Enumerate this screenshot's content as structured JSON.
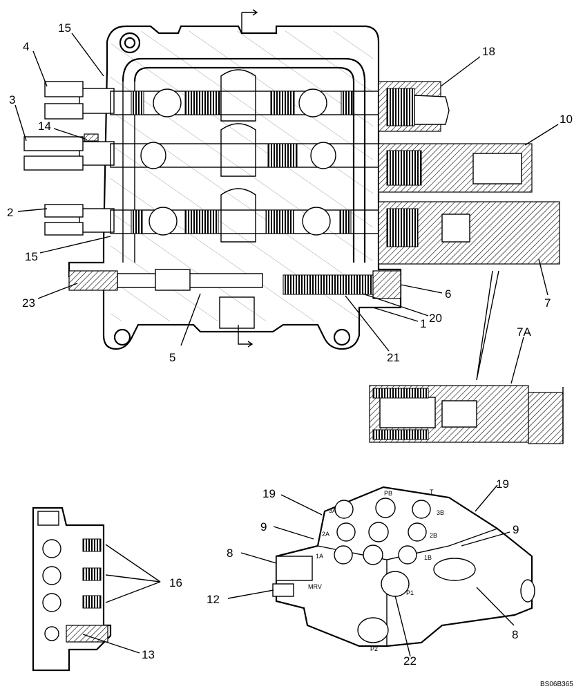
{
  "callouts": {
    "c15a": "15",
    "c4": "4",
    "c3": "3",
    "c14": "14",
    "c2": "2",
    "c15b": "15",
    "c23": "23",
    "c5": "5",
    "c21": "21",
    "c1": "1",
    "c20": "20",
    "c6": "6",
    "c7": "7",
    "c18": "18",
    "c10": "10",
    "c7a": "7A",
    "c19a": "19",
    "c9a": "9",
    "c8a": "8",
    "c12": "12",
    "c22": "22",
    "c8b": "8",
    "c9b": "9",
    "c19b": "19",
    "c16": "16",
    "c13": "13"
  },
  "port_markings": {
    "pb": "PB",
    "t": "T",
    "p3a": "3A",
    "p2a": "2A",
    "p1a": "1A",
    "p3b": "3B",
    "p2b": "2B",
    "p1b": "1B",
    "mrv": "MRV",
    "p1": "P1",
    "p2": "P2"
  },
  "reference_code": "BS06B365"
}
